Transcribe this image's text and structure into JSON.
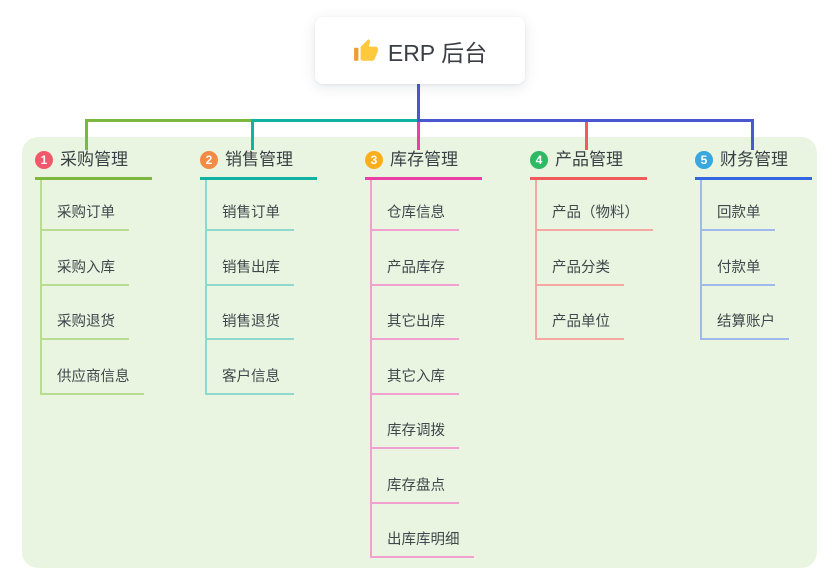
{
  "root": {
    "title": "ERP 后台",
    "icon": "thumbs-up-icon"
  },
  "colors": {
    "page_bg": "#ffffff",
    "panel_bg": "#e9f5e0",
    "root_connector": "#4a58cf",
    "node_text": "#3b4046",
    "child_text": "#41464c"
  },
  "branches": [
    {
      "badge": "1",
      "label": "采购管理",
      "badge_color": "#f0596b",
      "line_color": "#7cb83d",
      "child_line_color": "#b8dc90",
      "children": [
        "采购订单",
        "采购入库",
        "采购退货",
        "供应商信息"
      ]
    },
    {
      "badge": "2",
      "label": "销售管理",
      "badge_color": "#f28b45",
      "line_color": "#10b3a2",
      "child_line_color": "#8ed8cd",
      "children": [
        "销售订单",
        "销售出库",
        "销售退货",
        "客户信息"
      ]
    },
    {
      "badge": "3",
      "label": "库存管理",
      "badge_color": "#fbaf1f",
      "line_color": "#ea3fa4",
      "child_line_color": "#f2a0cf",
      "children": [
        "仓库信息",
        "产品库存",
        "其它出库",
        "其它入库",
        "库存调拨",
        "库存盘点",
        "出库库明细"
      ]
    },
    {
      "badge": "4",
      "label": "产品管理",
      "badge_color": "#2eb964",
      "line_color": "#f15b5b",
      "child_line_color": "#f7a8a4",
      "children": [
        "产品（物料）",
        "产品分类",
        "产品单位"
      ]
    },
    {
      "badge": "5",
      "label": "财务管理",
      "badge_color": "#38a8de",
      "line_color": "#3566e2",
      "child_line_color": "#a0b9ec",
      "children": [
        "回款单",
        "付款单",
        "结算账户"
      ]
    }
  ]
}
